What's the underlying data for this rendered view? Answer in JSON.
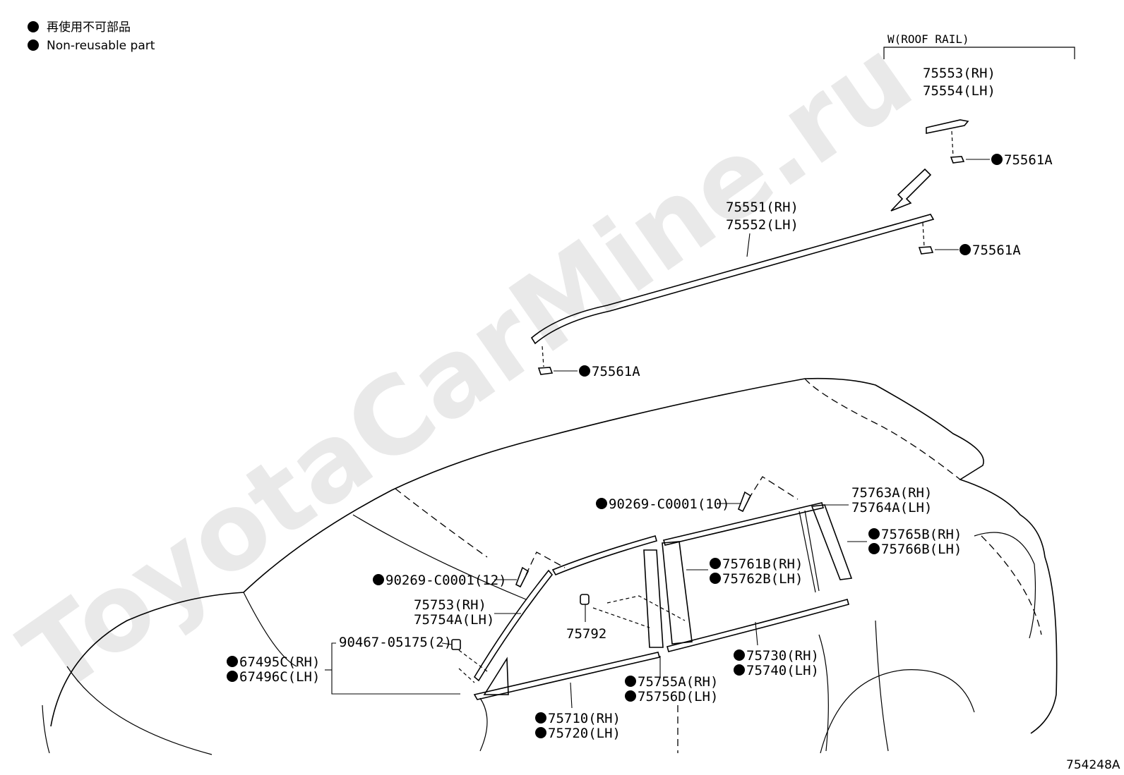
{
  "legend": {
    "jp": "再使用不可部品",
    "en": "Non-reusable part"
  },
  "watermark": "ToyotaCarMine.ru",
  "group_label": "W(ROOF RAIL)",
  "figure_id": "754248A",
  "labels": {
    "p75553": "75553(RH)",
    "p75554": "75554(LH)",
    "p75561a_1": "75561A",
    "p75551": "75551(RH)",
    "p75552": "75552(LH)",
    "p75561a_2": "75561A",
    "p75561a_3": "75561A",
    "p90269_10": "90269-C0001(10)",
    "p75763a": "75763A(RH)",
    "p75764a": "75764A(LH)",
    "p75765b": "75765B(RH)",
    "p75766b": "75766B(LH)",
    "p75761b": "75761B(RH)",
    "p75762b": "75762B(LH)",
    "p90269_12": "90269-C0001(12)",
    "p75753": "75753(RH)",
    "p75754a": "75754A(LH)",
    "p75792": "75792",
    "p90467": "90467-05175(2)",
    "p67495c": "67495C(RH)",
    "p67496c": "67496C(LH)",
    "p75730": "75730(RH)",
    "p75740": "75740(LH)",
    "p75755a": "75755A(RH)",
    "p75756d": "75756D(LH)",
    "p75710": "75710(RH)",
    "p75720": "75720(LH)"
  }
}
